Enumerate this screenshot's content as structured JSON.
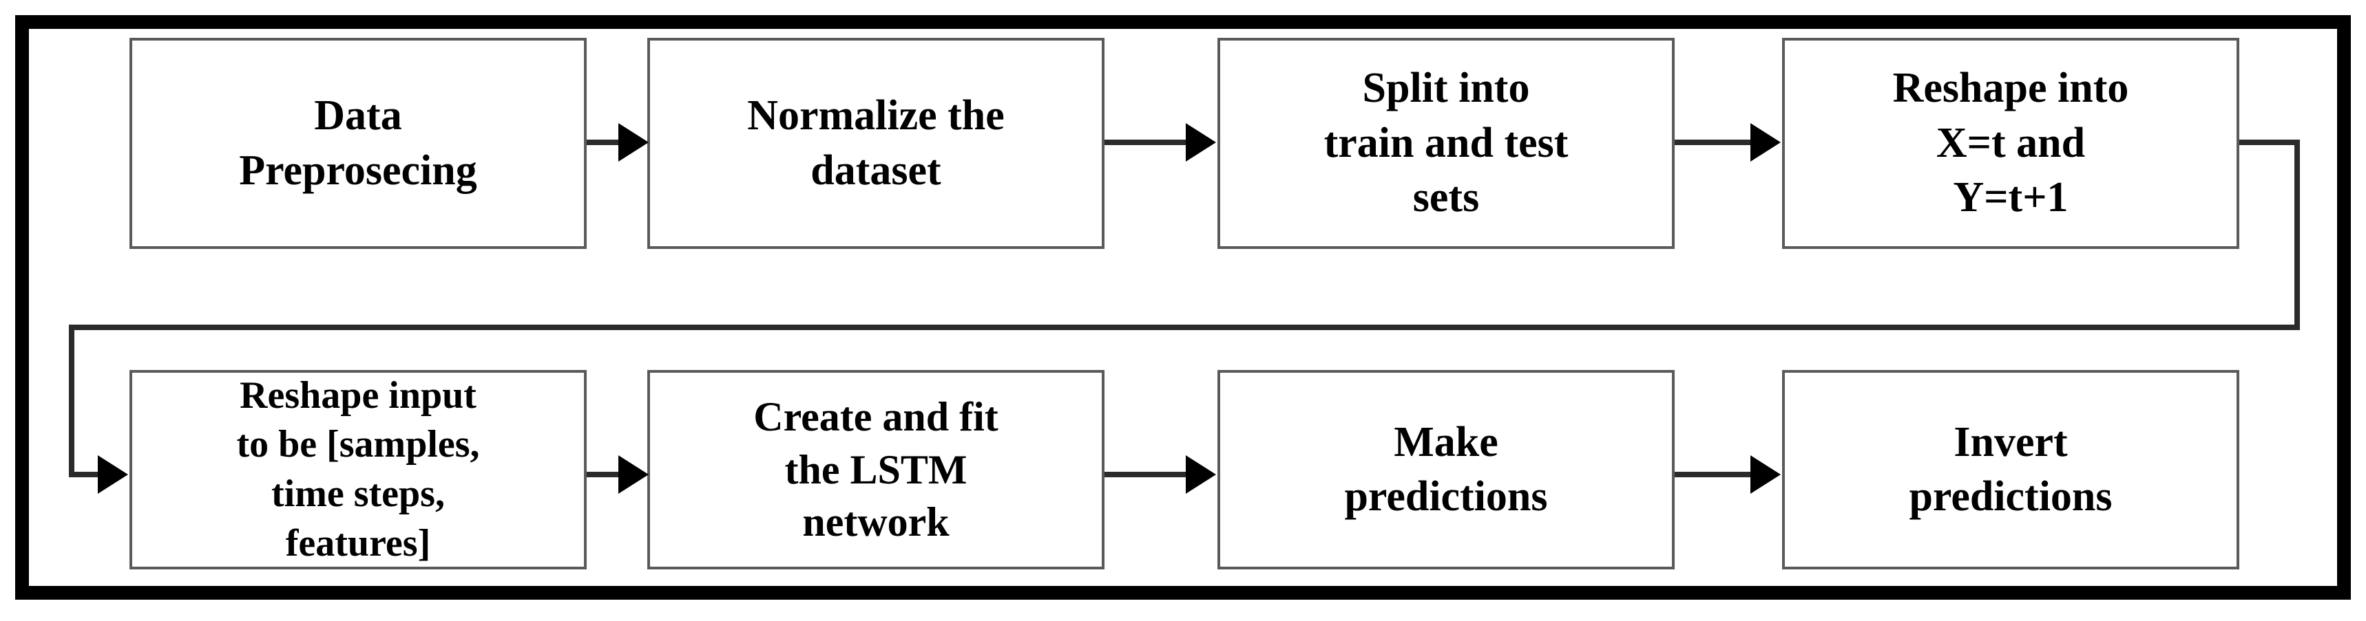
{
  "diagram": {
    "title": "LSTM time-series modelling pipeline flowchart",
    "type": "flowchart",
    "orientation": "left-to-right, wrapping to a second row",
    "border_color": "#000000",
    "node_border_color": "#5a5a5a",
    "connector_color": "#2b2b2b",
    "background_color": "#ffffff",
    "nodes": [
      {
        "id": "n1",
        "row": 1,
        "order": 1,
        "label": "Data\nPreprosecing"
      },
      {
        "id": "n2",
        "row": 1,
        "order": 2,
        "label": "Normalize the\ndataset"
      },
      {
        "id": "n3",
        "row": 1,
        "order": 3,
        "label": "Split into\ntrain and test\nsets"
      },
      {
        "id": "n4",
        "row": 1,
        "order": 4,
        "label": "Reshape into\nX=t and\nY=t+1"
      },
      {
        "id": "n5",
        "row": 2,
        "order": 5,
        "label": "Reshape input\nto be [samples,\ntime steps,\nfeatures]"
      },
      {
        "id": "n6",
        "row": 2,
        "order": 6,
        "label": "Create and fit\nthe LSTM\nnetwork"
      },
      {
        "id": "n7",
        "row": 2,
        "order": 7,
        "label": "Make\npredictions"
      },
      {
        "id": "n8",
        "row": 2,
        "order": 8,
        "label": "Invert\npredictions"
      }
    ],
    "edges": [
      {
        "from": "n1",
        "to": "n2",
        "style": "straight-arrow"
      },
      {
        "from": "n2",
        "to": "n3",
        "style": "straight-arrow"
      },
      {
        "from": "n3",
        "to": "n4",
        "style": "straight-arrow"
      },
      {
        "from": "n4",
        "to": "n5",
        "style": "wrap-around-arrow"
      },
      {
        "from": "n5",
        "to": "n6",
        "style": "straight-arrow"
      },
      {
        "from": "n6",
        "to": "n7",
        "style": "straight-arrow"
      },
      {
        "from": "n7",
        "to": "n8",
        "style": "straight-arrow"
      }
    ]
  }
}
